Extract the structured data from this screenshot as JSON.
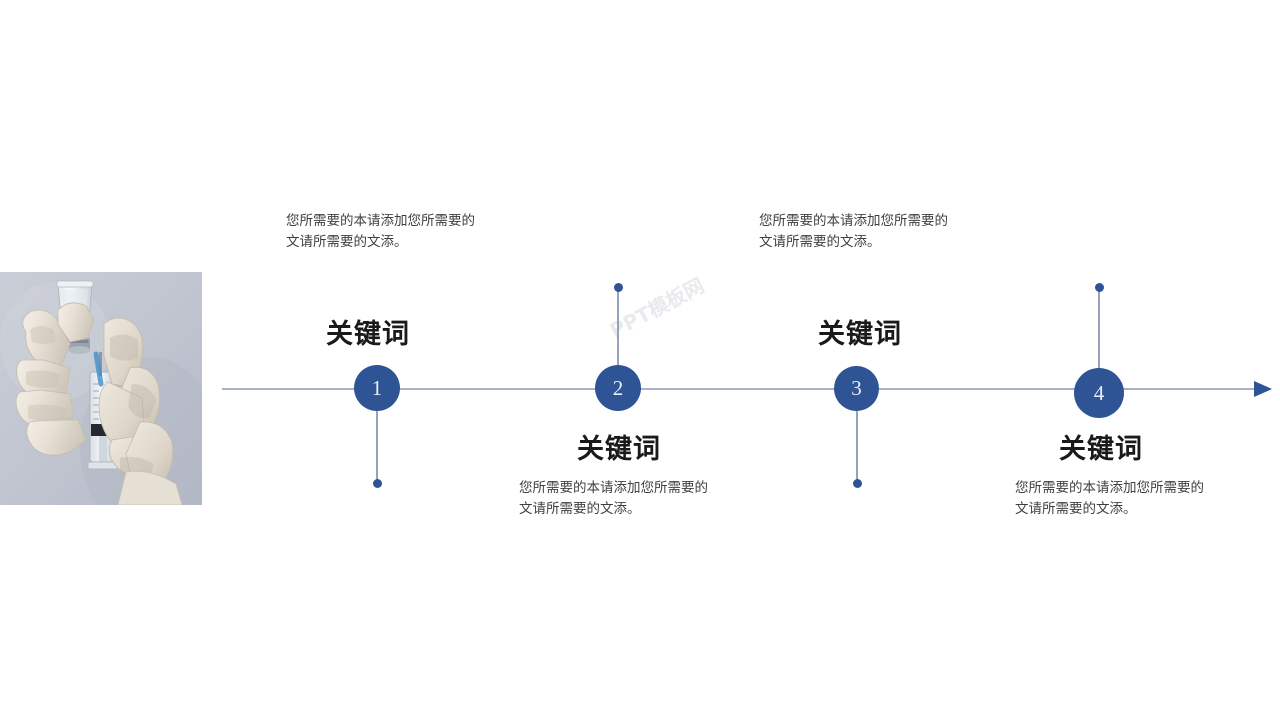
{
  "slide": {
    "background_color": "#ffffff",
    "accent_color": "#2f5496",
    "axis_color": "#a9b2c4",
    "heading_color": "#1a1a1a",
    "body_color": "#3f3f3f"
  },
  "photo": {
    "alt": "gloved-hands-drawing-vaccine-from-vial-into-syringe",
    "background_color": "#c5c9d2"
  },
  "watermark": {
    "text": "PPT模板网"
  },
  "timeline": {
    "arrow_direction": "right",
    "nodes": [
      {
        "number": "1",
        "keyword": "关键词",
        "paragraph": "您所需要的本请添加您所需要的文请所需要的文添。",
        "label_position": "above",
        "text_position": "above"
      },
      {
        "number": "2",
        "keyword": "关键词",
        "paragraph": "您所需要的本请添加您所需要的文请所需要的文添。",
        "label_position": "below",
        "text_position": "below"
      },
      {
        "number": "3",
        "keyword": "关键词",
        "paragraph": "您所需要的本请添加您所需要的文请所需要的文添。",
        "label_position": "above",
        "text_position": "above"
      },
      {
        "number": "4",
        "keyword": "关键词",
        "paragraph": "您所需要的本请添加您所需要的文请所需要的文添。",
        "label_position": "below",
        "text_position": "below"
      }
    ]
  }
}
